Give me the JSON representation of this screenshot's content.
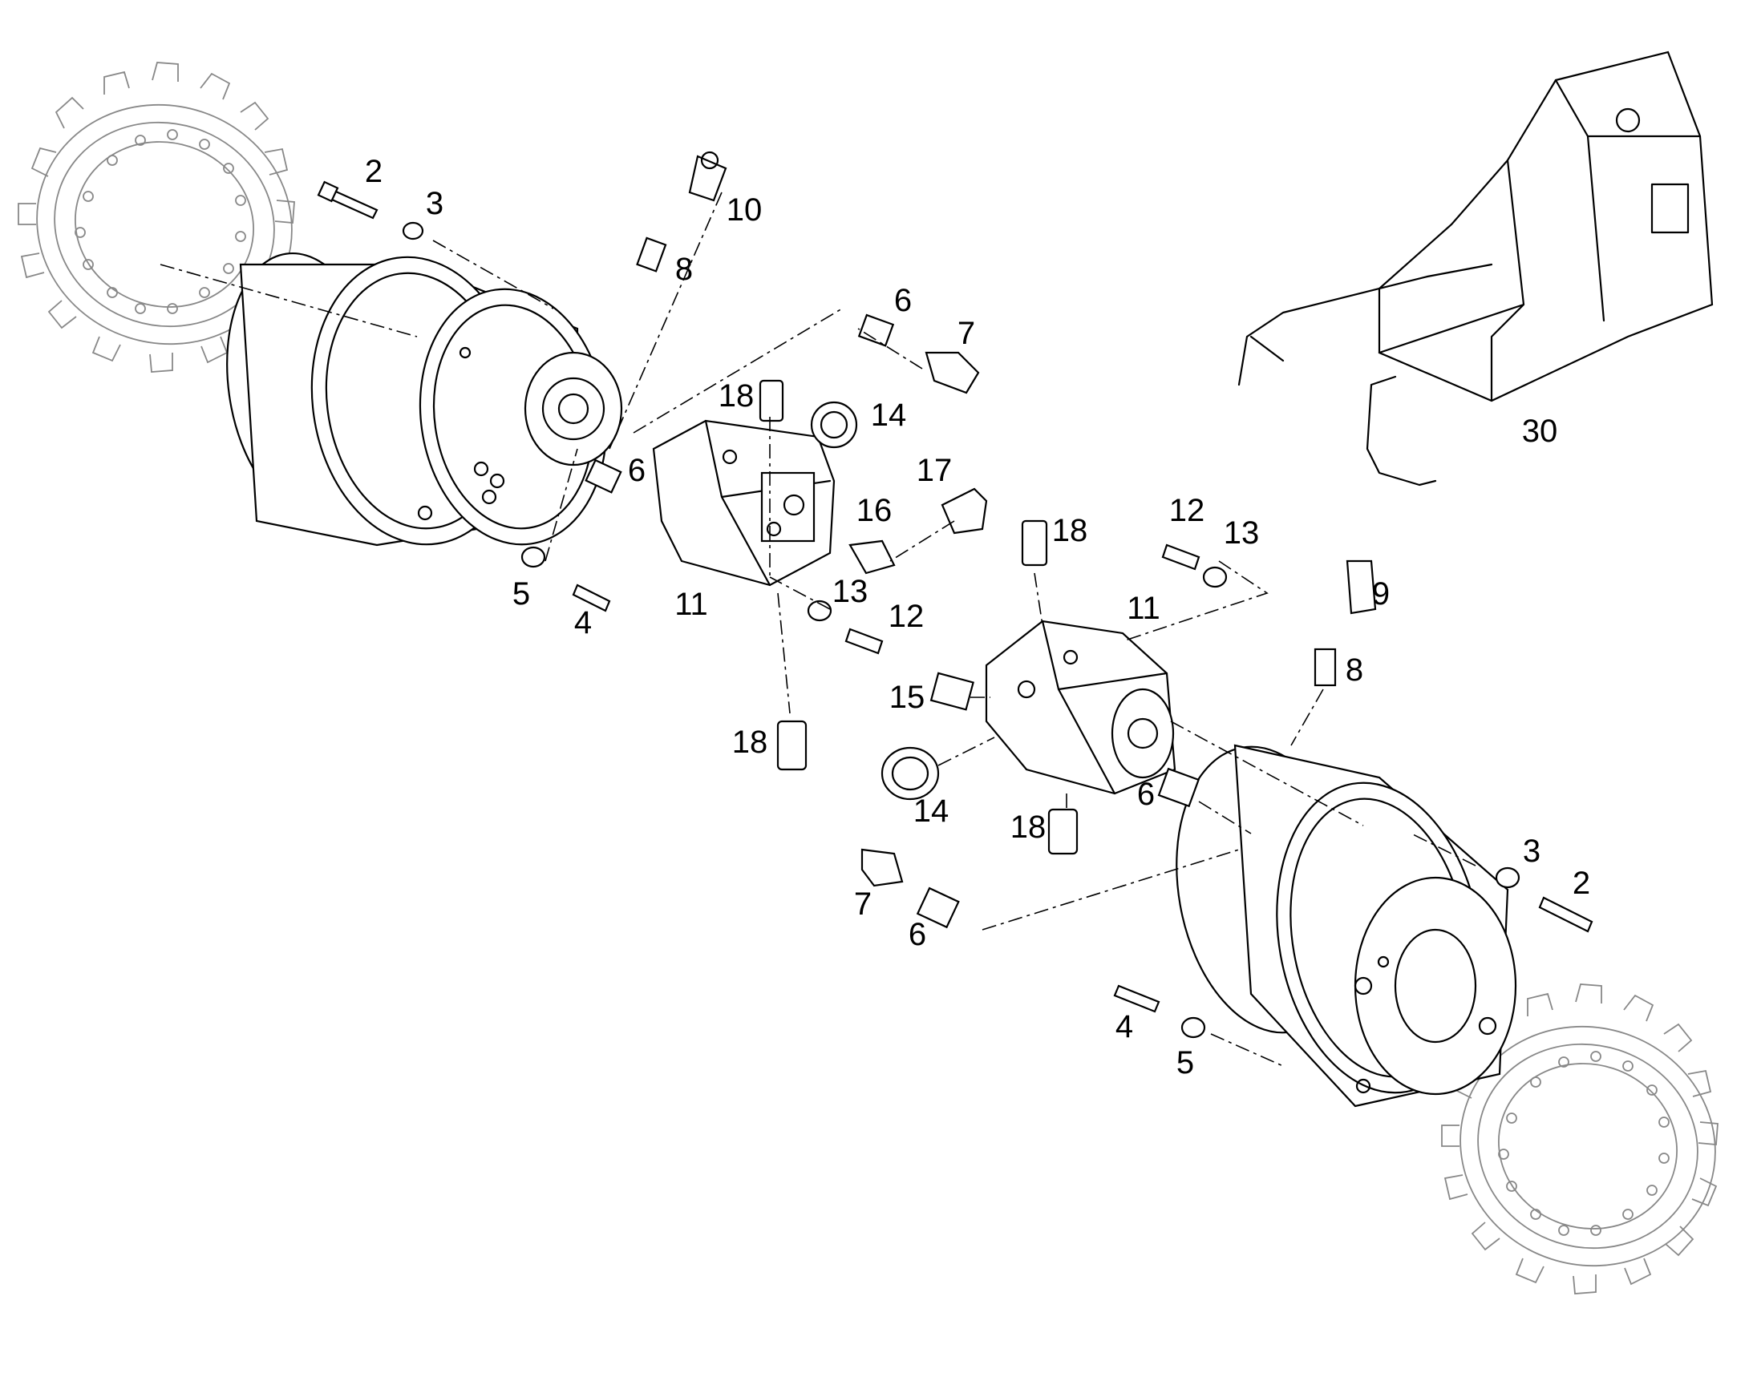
{
  "diagram": {
    "type": "exploded parts diagram",
    "callouts": [
      {
        "id": "c2a",
        "text": "2"
      },
      {
        "id": "c3a",
        "text": "3"
      },
      {
        "id": "c10",
        "text": "10"
      },
      {
        "id": "c8a",
        "text": "8"
      },
      {
        "id": "c6a",
        "text": "6"
      },
      {
        "id": "c7a",
        "text": "7"
      },
      {
        "id": "c18a",
        "text": "18"
      },
      {
        "id": "c14a",
        "text": "14"
      },
      {
        "id": "c6b",
        "text": "6"
      },
      {
        "id": "c17",
        "text": "17"
      },
      {
        "id": "c16",
        "text": "16"
      },
      {
        "id": "c5a",
        "text": "5"
      },
      {
        "id": "c4a",
        "text": "4"
      },
      {
        "id": "c11a",
        "text": "11"
      },
      {
        "id": "c13a",
        "text": "13"
      },
      {
        "id": "c12a",
        "text": "12"
      },
      {
        "id": "c18b",
        "text": "18"
      },
      {
        "id": "c12b",
        "text": "12"
      },
      {
        "id": "c13b",
        "text": "13"
      },
      {
        "id": "c18c",
        "text": "18"
      },
      {
        "id": "c11b",
        "text": "11"
      },
      {
        "id": "c9",
        "text": "9"
      },
      {
        "id": "c8b",
        "text": "8"
      },
      {
        "id": "c15",
        "text": "15"
      },
      {
        "id": "c14b",
        "text": "14"
      },
      {
        "id": "c18d",
        "text": "18"
      },
      {
        "id": "c6c",
        "text": "6"
      },
      {
        "id": "c7b",
        "text": "7"
      },
      {
        "id": "c6d",
        "text": "6"
      },
      {
        "id": "c3b",
        "text": "3"
      },
      {
        "id": "c2b",
        "text": "2"
      },
      {
        "id": "c4b",
        "text": "4"
      },
      {
        "id": "c5b",
        "text": "5"
      },
      {
        "id": "c30",
        "text": "30"
      }
    ]
  }
}
